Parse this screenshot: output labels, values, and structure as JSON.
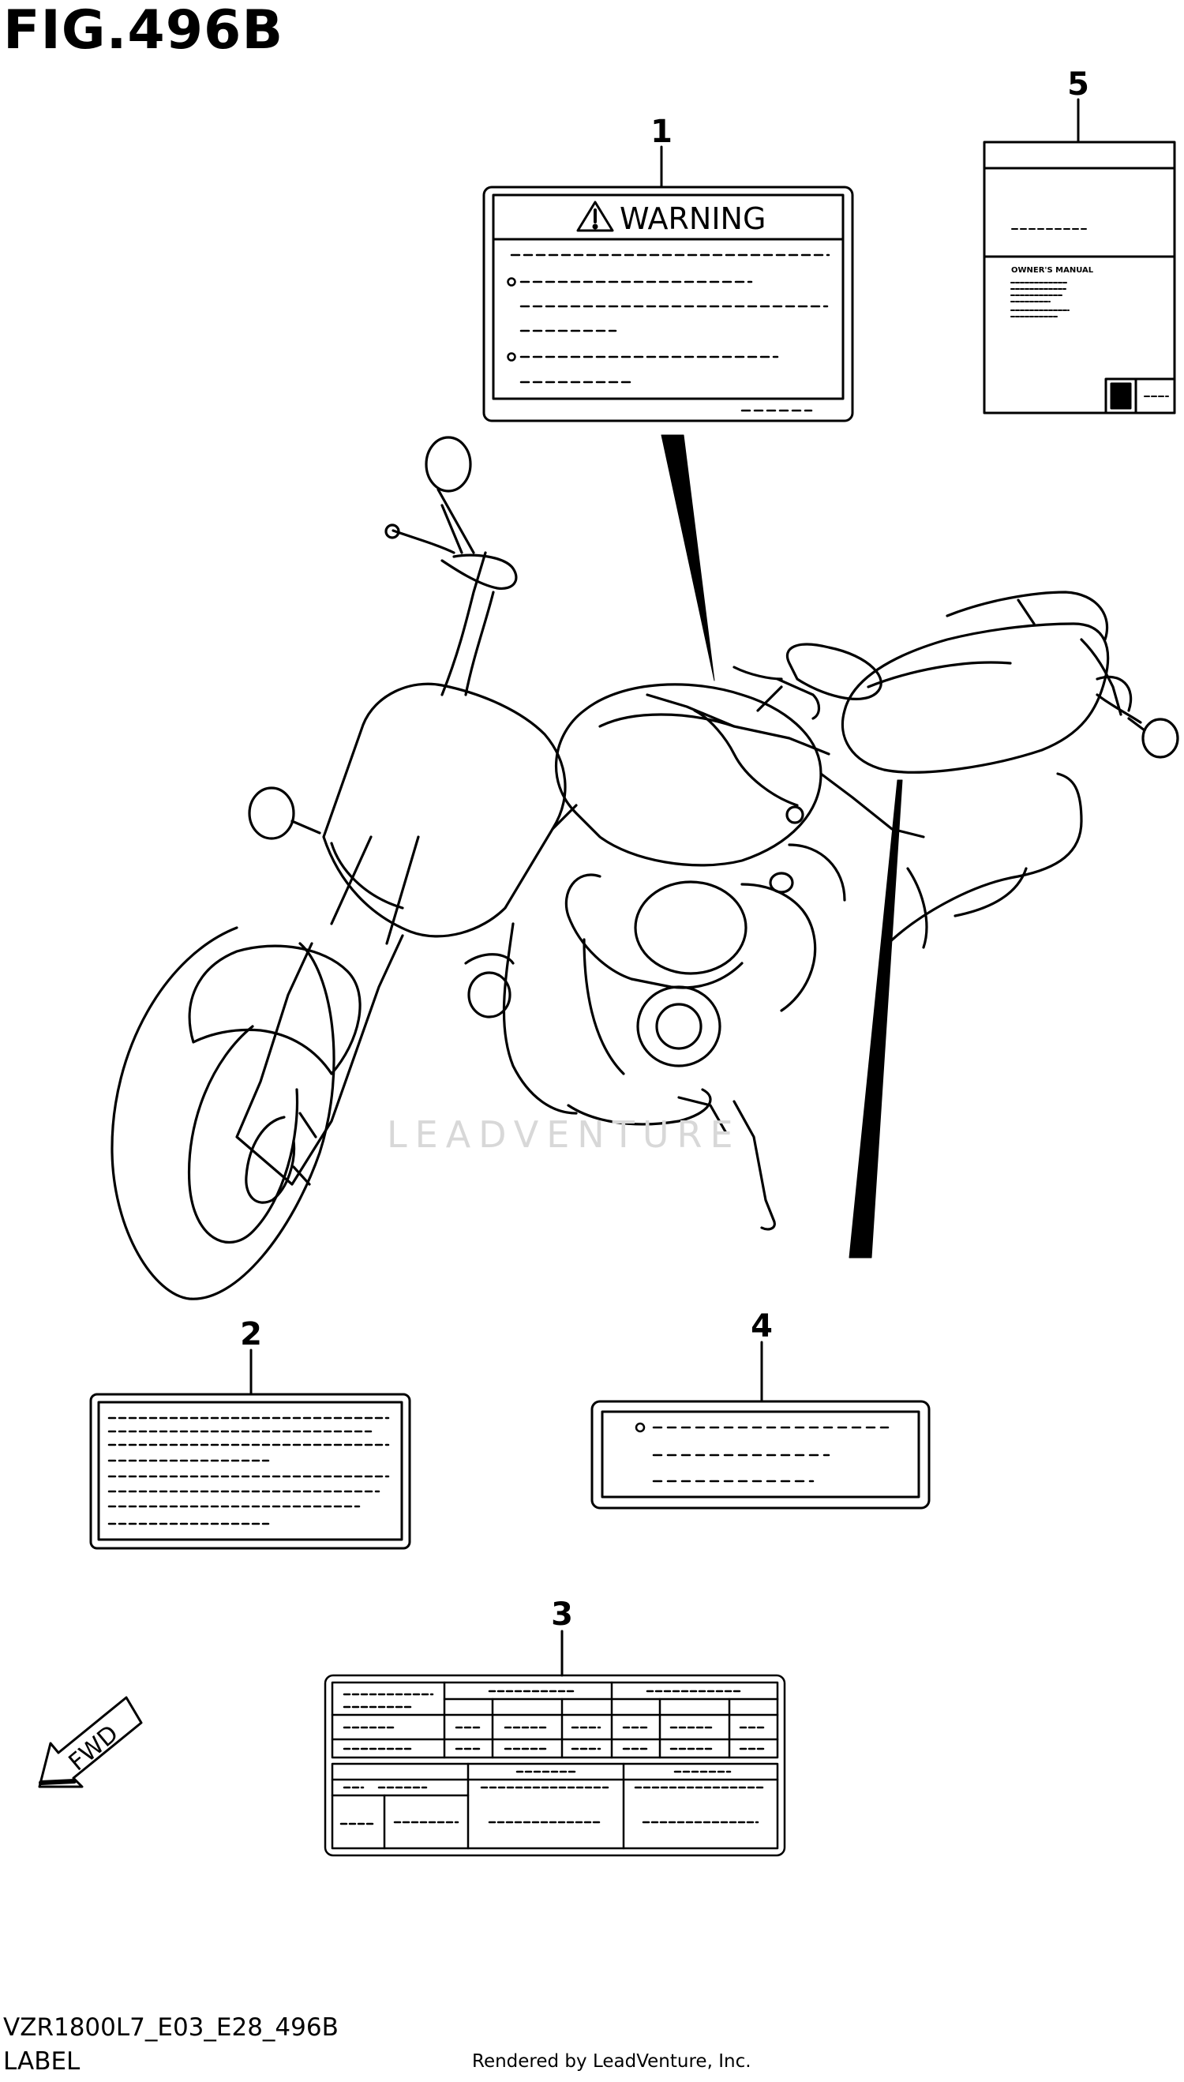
{
  "figure": {
    "title": "FIG.496B",
    "code": "VZR1800L7_E03_E28_496B",
    "subtitle": "LABEL",
    "rendered_by": "Rendered by LeadVenture, Inc.",
    "watermark": "LEADVENTURE"
  },
  "callouts": [
    {
      "number": "1"
    },
    {
      "number": "2"
    },
    {
      "number": "3"
    },
    {
      "number": "4"
    },
    {
      "number": "5"
    }
  ],
  "labels": {
    "warning": {
      "heading": "WARNING"
    },
    "manual": {
      "title": "OWNER'S MANUAL"
    },
    "fwd": {
      "text": "FWD"
    }
  }
}
